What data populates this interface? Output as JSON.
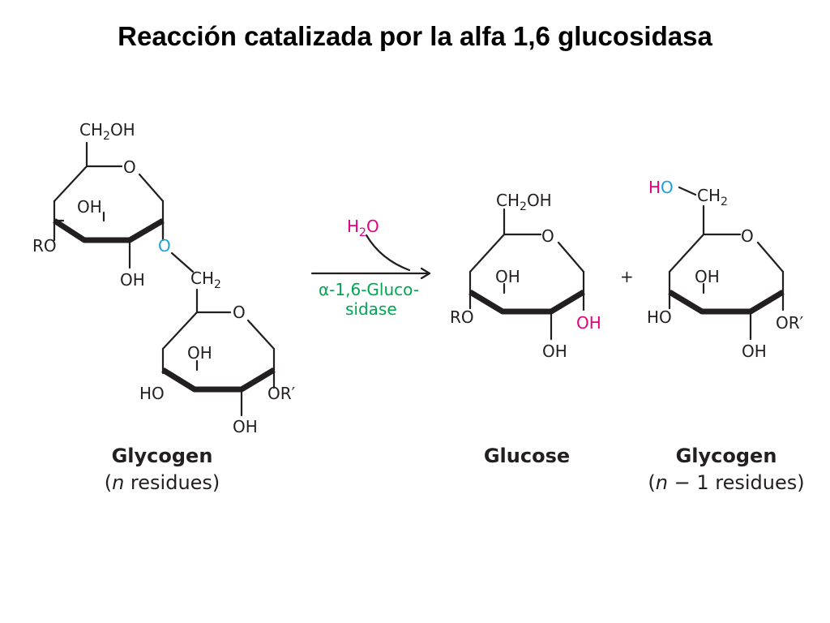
{
  "title": "Reacción catalizada por la alfa 1,6 glucosidasa",
  "colors": {
    "ink": "#231f20",
    "linkage_oxygen": "#1ea0d8",
    "water": "#e6007e",
    "enzyme": "#00a651"
  },
  "reactant": {
    "upper_ring": {
      "ch2oh": "CH2OH",
      "ring_o": "O",
      "oh_top": "OH",
      "ro": "RO",
      "oh_bottom": "OH"
    },
    "linkage_o": "O",
    "ch2": "CH2",
    "lower_ring": {
      "ring_o": "O",
      "oh_top": "OH",
      "ho": "HO",
      "or_prime": "OR′",
      "oh_bottom": "OH"
    },
    "name": "Glycogen",
    "residues_open": "(",
    "residues_n": "n",
    "residues_text": " residues)"
  },
  "arrow": {
    "water": "H2O",
    "enzyme_line1": "α-1,6-Gluco-",
    "enzyme_line2": "sidase"
  },
  "glucose": {
    "ch2oh": "CH2OH",
    "ring_o": "O",
    "oh_top": "OH",
    "ro": "RO",
    "oh_c1": "OH",
    "oh_bottom": "OH",
    "name": "Glucose"
  },
  "plus": "+",
  "product": {
    "ho_h": "H",
    "ho_o": "O",
    "ch2": "CH2",
    "ring_o": "O",
    "oh_top": "OH",
    "ho": "HO",
    "or_prime": "OR′",
    "oh_bottom": "OH",
    "name": "Glycogen",
    "residues_open": "(",
    "residues_n": "n",
    "residues_text": " − 1 residues)"
  }
}
